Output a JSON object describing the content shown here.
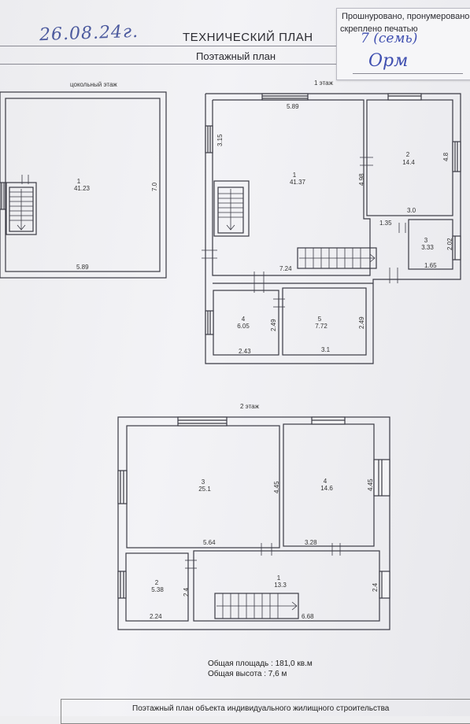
{
  "header": {
    "handwritten_date": "26.08.24г.",
    "title": "ТЕХНИЧЕСКИЙ ПЛАН",
    "subtitle": "Поэтажный план"
  },
  "stamp": {
    "line1": "Прошнуровано, пронумеровано",
    "line2": "скреплено печатью",
    "hand_count": "7 (семь)",
    "signature": "Орм"
  },
  "floors": {
    "basement": {
      "label": "цокольный этаж",
      "rooms": [
        {
          "no": "1",
          "area": "41.23"
        }
      ],
      "dims": {
        "width": "5.89",
        "height": "7.0"
      }
    },
    "first": {
      "label": "1 этаж",
      "rooms": [
        {
          "no": "1",
          "area": "41.37"
        },
        {
          "no": "2",
          "area": "14.4"
        },
        {
          "no": "3",
          "area": "3.33"
        },
        {
          "no": "4",
          "area": "6.05"
        },
        {
          "no": "5",
          "area": "7.72"
        }
      ],
      "dims": {
        "d1": "5.89",
        "d2": "3.15",
        "d3": "4.98",
        "d4": "4.8",
        "d5": "3.0",
        "d6": "1.35",
        "d7": "2.02",
        "d8": "1.65",
        "d9": "7.24",
        "d10": "2.49",
        "d11": "2.49",
        "d12": "2.43",
        "d13": "3.1"
      }
    },
    "second": {
      "label": "2 этаж",
      "rooms": [
        {
          "no": "3",
          "area": "25.1"
        },
        {
          "no": "4",
          "area": "14.6"
        },
        {
          "no": "2",
          "area": "5.38"
        },
        {
          "no": "1",
          "area": "13.3"
        }
      ],
      "dims": {
        "d1": "4.45",
        "d2": "4.45",
        "d3": "5.64",
        "d4": "3.28",
        "d5": "2.4",
        "d6": "2.24",
        "d7": "2.4",
        "d8": "6.68"
      }
    }
  },
  "totals": {
    "area": "Общая площадь : 181,0 кв.м",
    "height": "Общая высота : 7,6 м"
  },
  "footer": {
    "text": "Поэтажный план объекта индивидуального жилищного строительства"
  }
}
